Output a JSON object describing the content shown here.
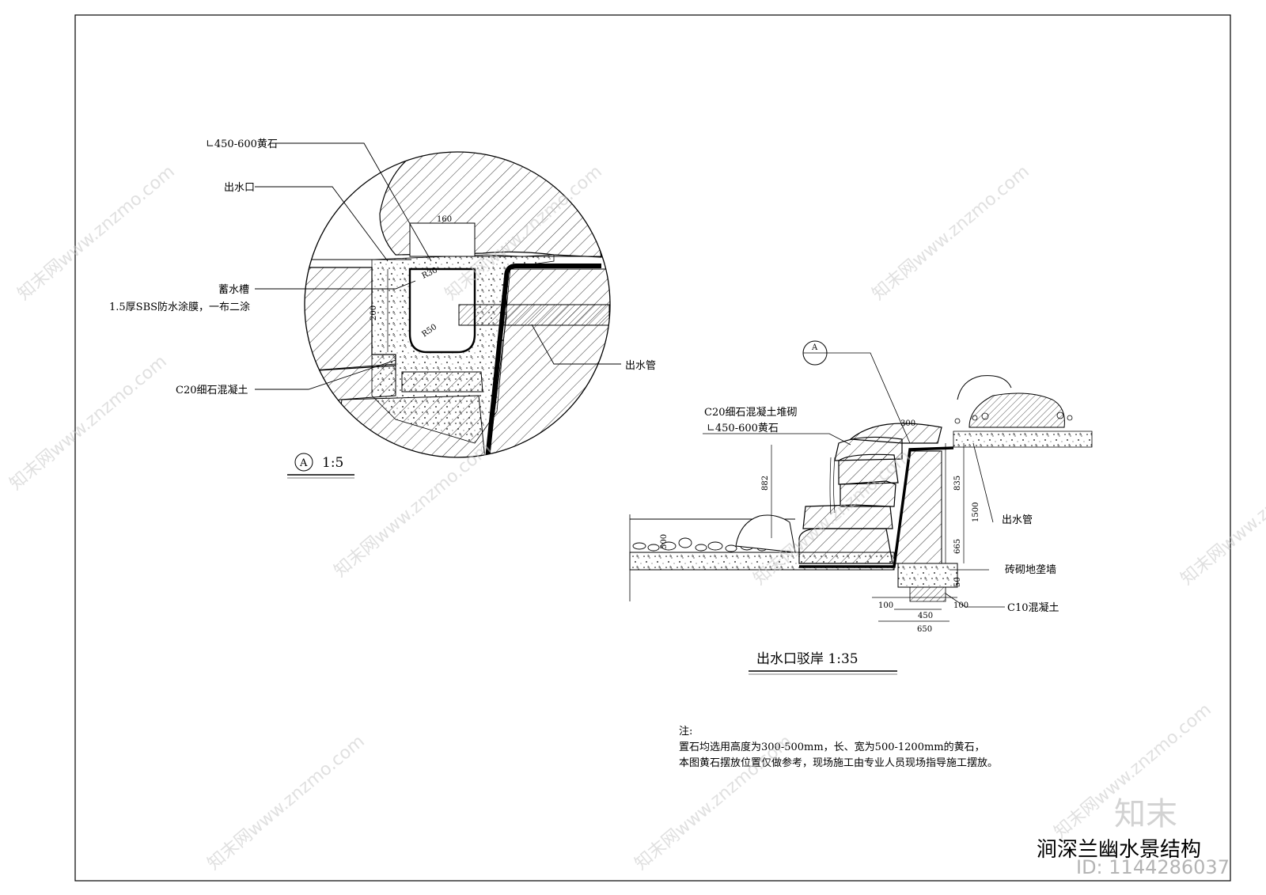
{
  "detail_a": {
    "labels": {
      "stone": "∟450-600黄石",
      "outlet": "出水口",
      "trough": "蓄水槽",
      "membrane": "1.5厚SBS防水涂膜，一布二涂",
      "concrete": "C20细石混凝土",
      "pipe": "出水管"
    },
    "dims": {
      "d160": "160",
      "d200": "200",
      "r30": "R30",
      "r50": "R50"
    },
    "caption": {
      "marker": "A",
      "scale": "1:5"
    }
  },
  "section": {
    "labels": {
      "concrete_stack": "C20细石混凝土堆砌",
      "stone": "∟450-600黄石",
      "pipe": "出水管",
      "wall": "砖砌地垄墙",
      "c10": "C10混凝土",
      "marker": "A"
    },
    "dims": {
      "d300": "300",
      "d882": "882",
      "d835": "835",
      "d1500": "1500",
      "d665": "665",
      "d500": "500",
      "d50": "50",
      "d100a": "100",
      "d100b": "100",
      "d450": "450",
      "d650": "650"
    },
    "caption": "出水口驳岸 1:35"
  },
  "notes": {
    "heading": "注:",
    "line1": "置石均选用高度为300-500mm，长、宽为500-1200mm的黄石，",
    "line2": "本图黄石摆放位置仅做参考，现场施工由专业人员现场指导施工摆放。"
  },
  "title": "涧深兰幽水景结构",
  "watermarks": {
    "text": "知末网www.znzmo.com",
    "brand": "知末",
    "id": "ID: 1144286037"
  }
}
